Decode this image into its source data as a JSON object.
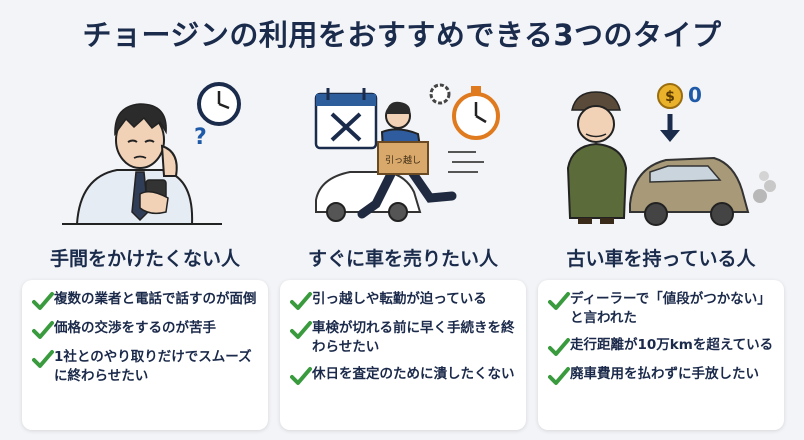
{
  "title": "チョージンの利用をおすすめできる3つのタイプ",
  "colors": {
    "navy": "#1a2b4c",
    "check_green": "#3a9b3e",
    "card_bg": "#ffffff",
    "page_bg": "#f3f4f7"
  },
  "columns": [
    {
      "heading": "手間をかけたくない人",
      "illustration": "tired-man-with-phone-and-clock",
      "items": [
        "複数の業者と電話で話すのが面倒",
        "価格の交渉をするのが苦手",
        "1社とのやり取りだけでスムーズに終わらせたい"
      ]
    },
    {
      "heading": "すぐに車を売りたい人",
      "illustration": "running-man-with-box-calendar-stopwatch",
      "box_label": "引っ越し",
      "items": [
        "引っ越しや転勤が迫っている",
        "車検が切れる前に早く手続きを終わらせたい",
        "休日を査定のために潰したくない"
      ]
    },
    {
      "heading": "古い車を持っている人",
      "illustration": "old-man-with-old-car",
      "coin_label": "$",
      "zero_label": "0",
      "items": [
        "ディーラーで「値段がつかない」と言われた",
        "走行距離が10万kmを超えている",
        "廃車費用を払わずに手放したい"
      ]
    }
  ]
}
